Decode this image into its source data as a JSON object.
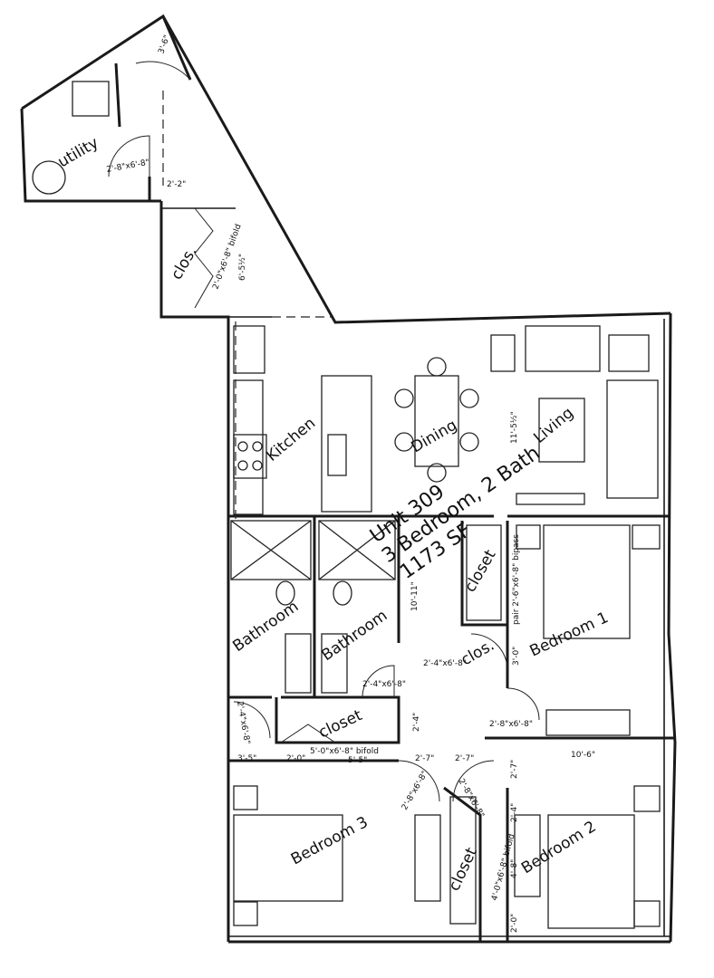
{
  "unit": {
    "number": "Unit 309",
    "type": "3 Bedroom, 2 Bath",
    "area": "1173 SF"
  },
  "rooms": {
    "utility": "utility",
    "clos_upper": "clos.",
    "kitchen": "Kitchen",
    "dining": "Dining",
    "living": "Living",
    "bathroom_1": "Bathroom",
    "bathroom_2": "Bathroom",
    "closet_hall": "closet",
    "closet_bed1": "closet",
    "clos_bed1": "clos.",
    "bedroom_1": "Bedroom 1",
    "bedroom_2": "Bedroom 2",
    "bedroom_3": "Bedroom 3",
    "closet_bed2": "closet"
  },
  "dimensions": {
    "d_3_6_top": "3'-6\"",
    "d_2_8x6_8_utility": "2'-8\"x6'-8\"",
    "d_2_2": "2'-2\"",
    "d_6_5_half": "6'-5½\"",
    "d_clos_door": "2'-0\"x6'-8\" bifold",
    "d_11_5_half": "11'-5½\"",
    "d_10_11": "10'-11\"",
    "d_pair_bypass": "pair 2'-6\"x6'-8\" bipass",
    "d_3_0": "3'-0\"",
    "d_2_4x6_8_clos": "2'-4\"x6'-8\"",
    "d_2_4x6_8_bath": "2'-4\"x6'-8\"",
    "d_2_4_hall": "2'-4\"",
    "d_2_4x6_8_left": "2'-4\"x6'-8\"",
    "d_2_8x6_8_bed1": "2'-8\"x6'-8\"",
    "d_3_5": "3'-5\"",
    "d_2_0_a": "2'-0\"",
    "d_closet_bifold": "5'-0\"x6'-8\" bifold",
    "d_5_5": "5'-5\"",
    "d_2_7_a": "2'-7\"",
    "d_2_7_b": "2'-7\"",
    "d_2_7_c": "2'-7\"",
    "d_10_6": "10'-6\"",
    "d_2_8x6_8_bed3": "2'-8\"x6'-8\"",
    "d_2_8x6_8_bed2": "2'-8\"x6'-8\"",
    "d_2_4_b": "2'-4\"",
    "d_bifold_bed2": "4'-0\"x6'-8\" bifold",
    "d_4_8": "4'-8\"",
    "d_2_0_b": "2'-0\""
  }
}
